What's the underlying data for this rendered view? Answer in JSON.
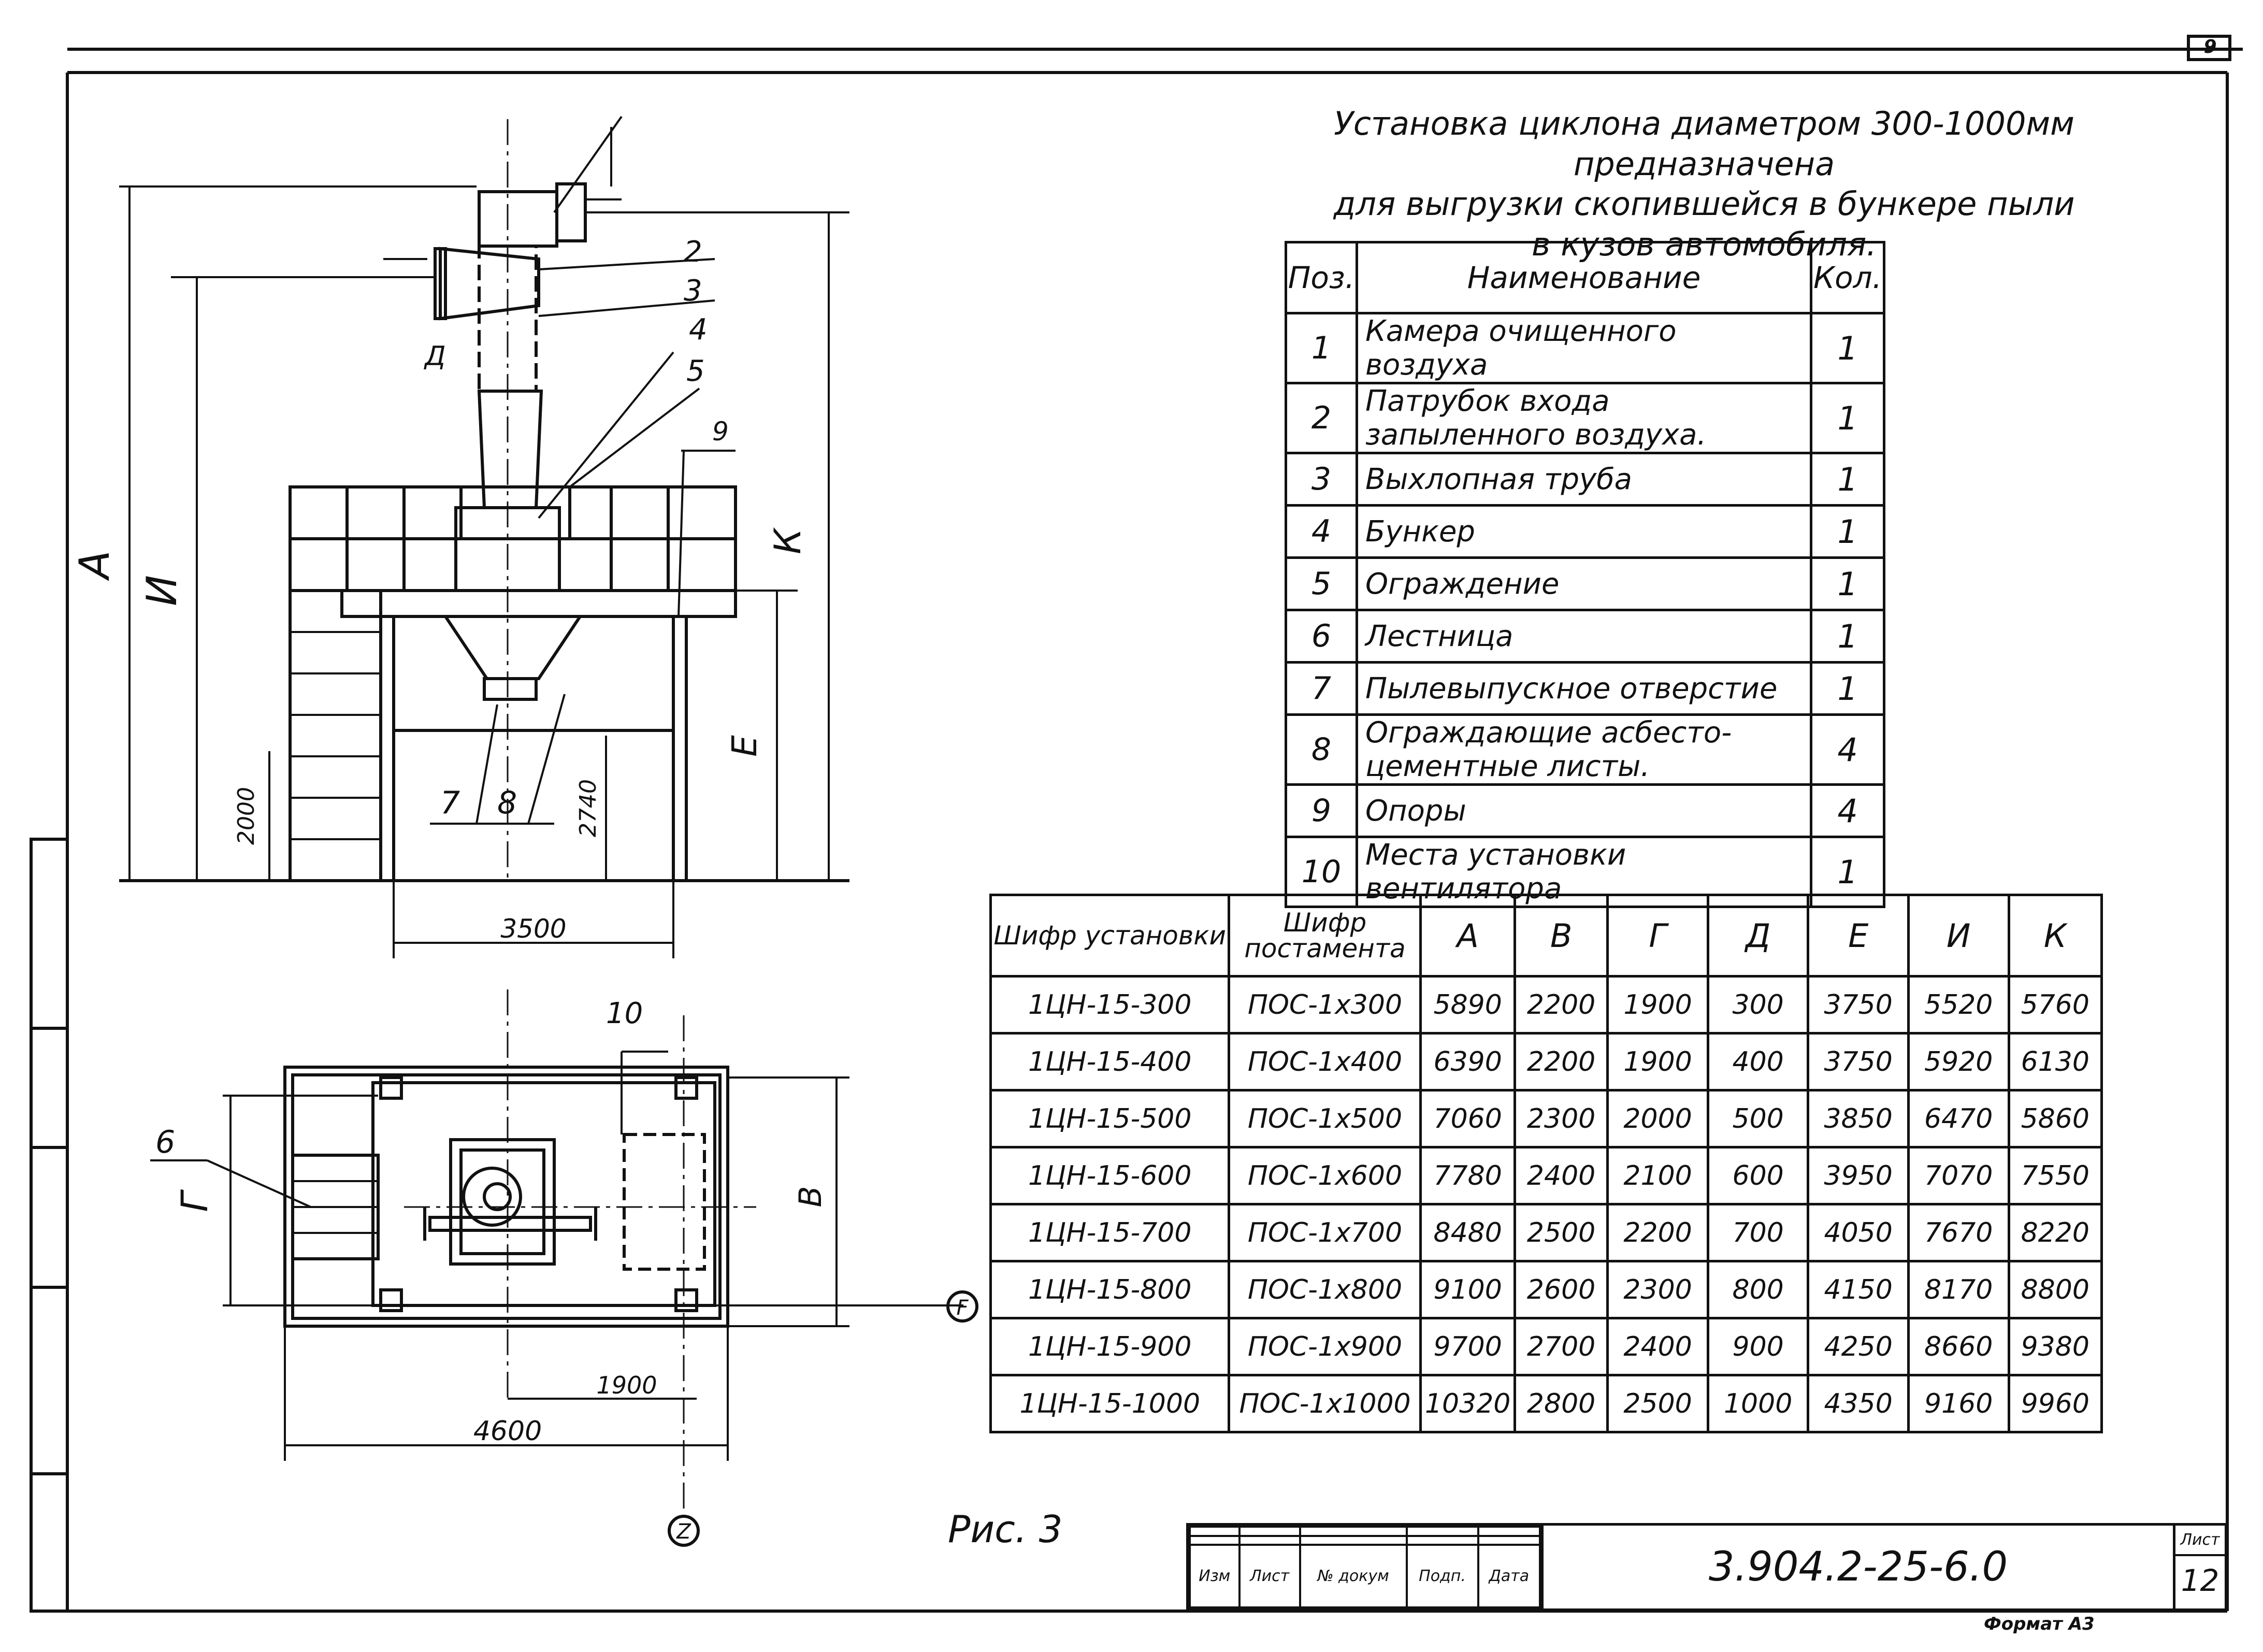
{
  "sheet_corner_number": "9",
  "description": {
    "line1": "Установка циклона диаметром 300-1000мм предназначена",
    "line2": "для выгрузки скопившейся в бункере пыли",
    "line3": "в кузов автомобиля."
  },
  "spec_table": {
    "headers": [
      "Поз.",
      "Наименование",
      "Кол."
    ],
    "rows": [
      {
        "pos": "1",
        "name": "Камера очищенного воздуха",
        "qty": "1"
      },
      {
        "pos": "2",
        "name": "Патрубок входа запыленного воздуха.",
        "qty": "1"
      },
      {
        "pos": "3",
        "name": "Выхлопная труба",
        "qty": "1"
      },
      {
        "pos": "4",
        "name": "Бункер",
        "qty": "1"
      },
      {
        "pos": "5",
        "name": "Ограждение",
        "qty": "1"
      },
      {
        "pos": "6",
        "name": "Лестница",
        "qty": "1"
      },
      {
        "pos": "7",
        "name": "Пылевыпускное отверстие",
        "qty": "1"
      },
      {
        "pos": "8",
        "name": "Ограждающие асбесто-цементные листы.",
        "qty": "4"
      },
      {
        "pos": "9",
        "name": "Опоры",
        "qty": "4"
      },
      {
        "pos": "10",
        "name": "Места установки вентилятора",
        "qty": "1"
      }
    ]
  },
  "codes_table": {
    "headers": [
      "Шифр установки",
      "Шифр постамента",
      "А",
      "В",
      "Г",
      "Д",
      "Е",
      "И",
      "К"
    ],
    "rows": [
      [
        "1ЦН-15-300",
        "ПОС-1х300",
        "5890",
        "2200",
        "1900",
        "300",
        "3750",
        "5520",
        "5760"
      ],
      [
        "1ЦН-15-400",
        "ПОС-1х400",
        "6390",
        "2200",
        "1900",
        "400",
        "3750",
        "5920",
        "6130"
      ],
      [
        "1ЦН-15-500",
        "ПОС-1х500",
        "7060",
        "2300",
        "2000",
        "500",
        "3850",
        "6470",
        "5860"
      ],
      [
        "1ЦН-15-600",
        "ПОС-1х600",
        "7780",
        "2400",
        "2100",
        "600",
        "3950",
        "7070",
        "7550"
      ],
      [
        "1ЦН-15-700",
        "ПОС-1х700",
        "8480",
        "2500",
        "2200",
        "700",
        "4050",
        "7670",
        "8220"
      ],
      [
        "1ЦН-15-800",
        "ПОС-1х800",
        "9100",
        "2600",
        "2300",
        "800",
        "4150",
        "8170",
        "8800"
      ],
      [
        "1ЦН-15-900",
        "ПОС-1х900",
        "9700",
        "2700",
        "2400",
        "900",
        "4250",
        "8660",
        "9380"
      ],
      [
        "1ЦН-15-1000",
        "ПОС-1х1000",
        "10320",
        "2800",
        "2500",
        "1000",
        "4350",
        "9160",
        "9960"
      ]
    ]
  },
  "elevation": {
    "labels": {
      "A": "А",
      "I": "И",
      "K": "К",
      "E": "Е",
      "D": "Д"
    },
    "callouts": [
      "2",
      "3",
      "4",
      "5",
      "9",
      "7",
      "8"
    ],
    "dim_2000": "2000",
    "dim_2740": "2740",
    "dim_3500": "3500"
  },
  "plan": {
    "callouts": [
      "10",
      "6"
    ],
    "label_G": "Г",
    "label_B": "В",
    "axis_F": "F",
    "axis_Z": "Z",
    "dim_1900": "1900",
    "dim_4600": "4600"
  },
  "figure_caption": "Рис. 3",
  "title_block": {
    "doc_number": "3.904.2-25-6.0",
    "sheet_label": "Лист",
    "sheet_number": "12",
    "columns": [
      "Изм",
      "Лист",
      "№ докум",
      "Подп.",
      "Дата"
    ],
    "format": "Формат А3"
  }
}
